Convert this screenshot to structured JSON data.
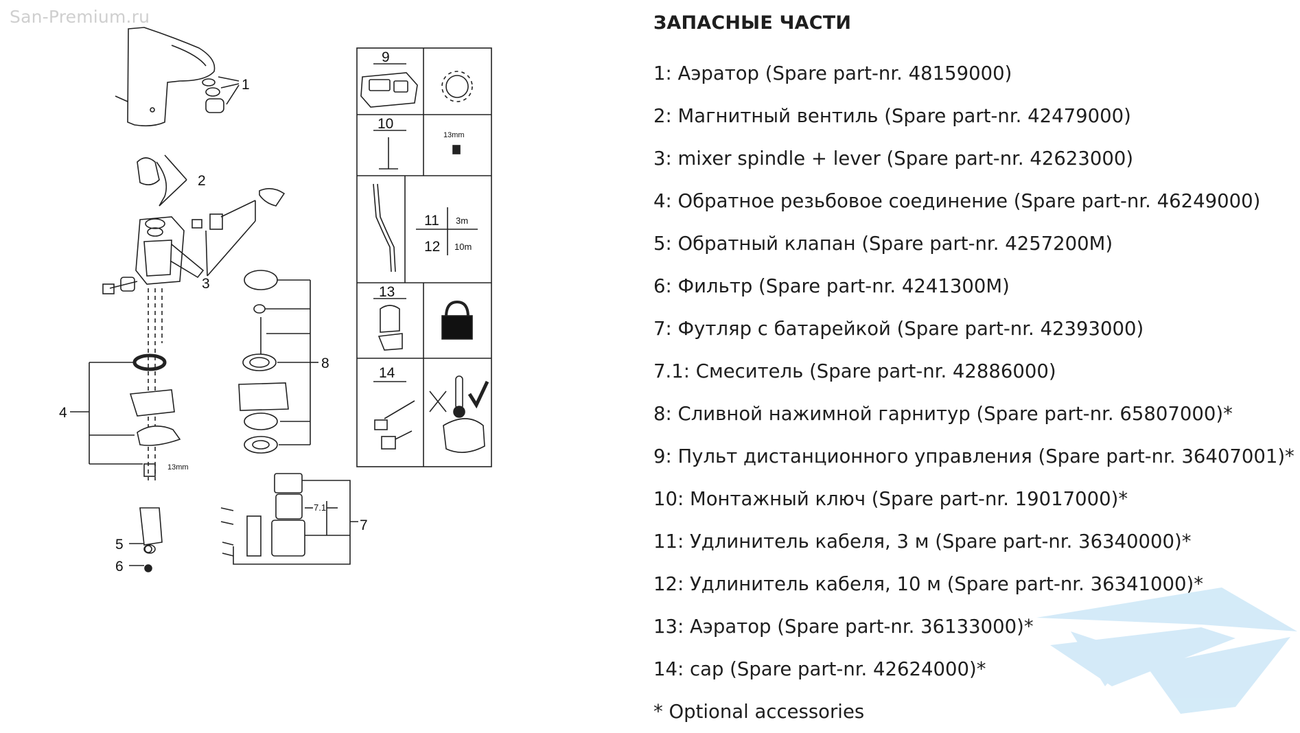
{
  "watermark": "San-Premium.ru",
  "title": "ЗАПАСНЫЕ ЧАСТИ",
  "parts": [
    "1: Аэратор (Spare part-nr. 48159000)",
    "2: Магнитный вентиль (Spare part-nr. 42479000)",
    "3: mixer spindle + lever (Spare part-nr. 42623000)",
    "4: Обратное резьбовое соединение (Spare part-nr. 46249000)",
    "5: Обратный клапан (Spare part-nr. 4257200M)",
    "6: Фильтр (Spare part-nr. 4241300M)",
    "7: Футляр с батарейкой (Spare part-nr. 42393000)",
    "7.1: Смеситель (Spare part-nr. 42886000)",
    "8: Сливной нажимной гарнитур (Spare part-nr. 65807000)*",
    "9: Пульт дистанционного управления (Spare part-nr. 36407001)*",
    "10: Монтажный ключ (Spare part-nr. 19017000)*",
    "11: Удлинитель кабеля, 3 м (Spare part-nr. 36340000)*",
    "12: Удлинитель кабеля, 10 м (Spare part-nr. 36341000)*",
    "13: Аэратор (Spare part-nr. 36133000)*",
    "14: cap (Spare part-nr. 42624000)*"
  ],
  "footnote": "* Optional accessories",
  "diagram": {
    "callouts": {
      "c1": "1",
      "c2": "2",
      "c3": "3",
      "c4": "4",
      "c5": "5",
      "c6": "6",
      "c7": "7",
      "c71": "7.1",
      "c8": "8"
    },
    "wrench_size": "13mm",
    "box": {
      "b9": "9",
      "b10": "10",
      "b10_size": "13mm",
      "b11": "11",
      "b11_len": "3m",
      "b12": "12",
      "b12_len": "10m",
      "b13": "13",
      "b14": "14"
    }
  },
  "colors": {
    "text": "#1e1e1e",
    "watermark": "#cfcfcf",
    "logo": "#cde7f7",
    "line": "#222222"
  }
}
